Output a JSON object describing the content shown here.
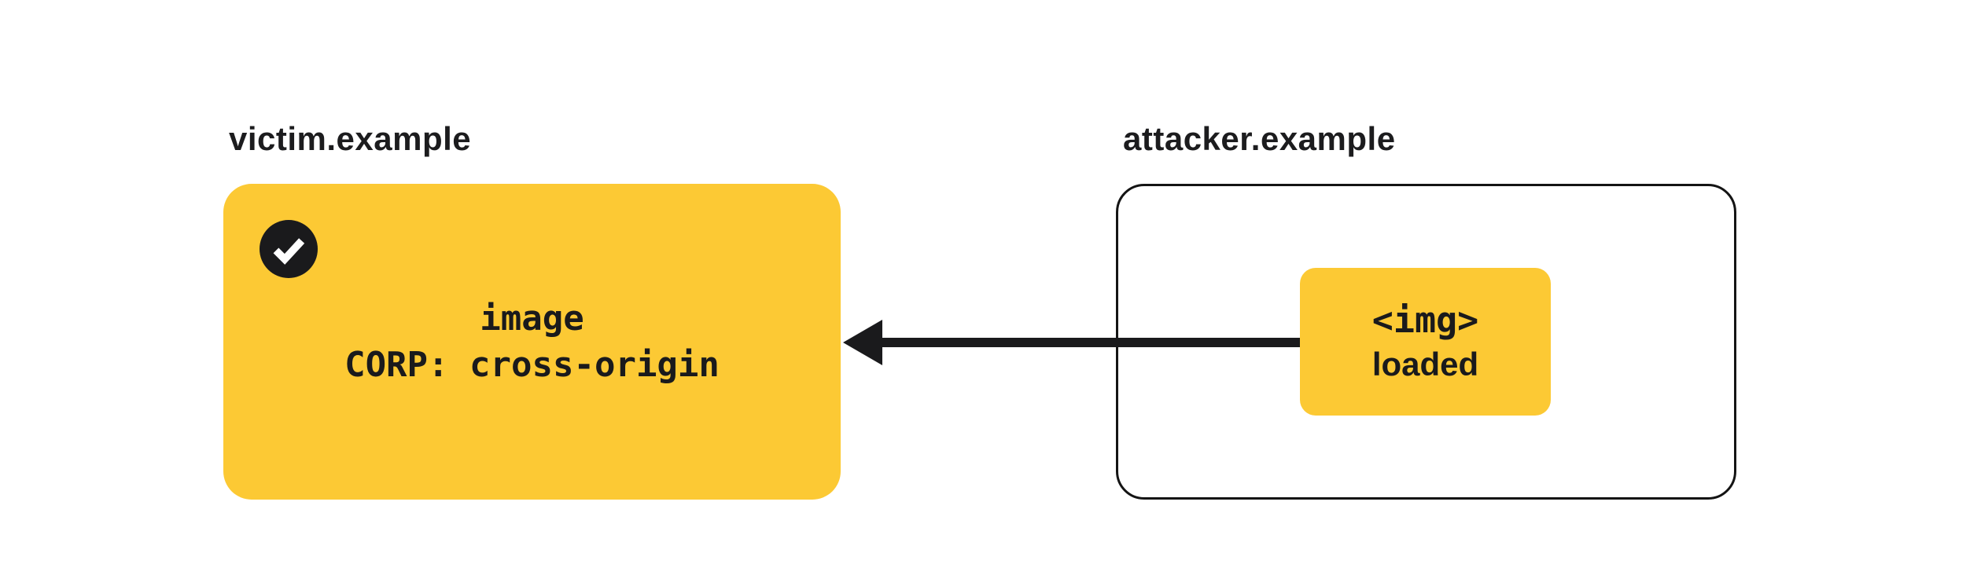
{
  "diagram": {
    "title": "CORP cross-origin image load diagram",
    "victim": {
      "label": "victim.example",
      "status_icon": "check-icon",
      "resource_lines": {
        "line1": "image",
        "line2": "CORP: cross-origin"
      }
    },
    "attacker": {
      "label": "attacker.example",
      "request": {
        "line1": "<img>",
        "line2": "loaded"
      }
    },
    "arrow": {
      "direction": "right-to-left",
      "meaning": "attacker page loads image from victim origin"
    },
    "colors": {
      "highlight_yellow": "#FCC934",
      "ink": "#1a1a1c",
      "background": "#ffffff"
    }
  }
}
